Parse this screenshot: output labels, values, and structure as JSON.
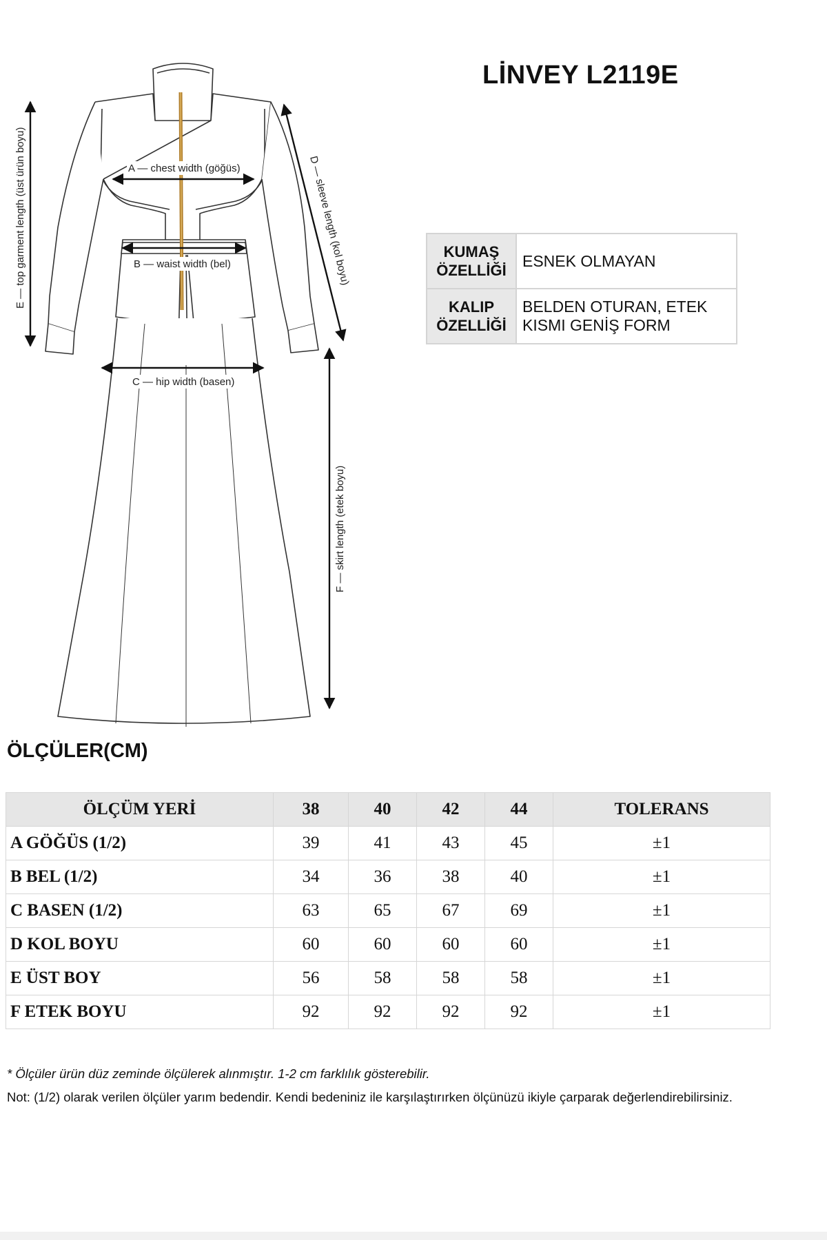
{
  "product": {
    "title": "LİNVEY L2119E"
  },
  "illustration": {
    "labels": {
      "a": "A — chest width (göğüs)",
      "b": "B — waist width (bel)",
      "c": "C — hip width (basen)",
      "d": "D — sleeve length (kol boyu)",
      "e": "E — top garment length (üst ürün boyu)",
      "f": "F — skirt length (etek boyu)"
    }
  },
  "properties": [
    {
      "key": "KUMAŞ ÖZELLİĞİ",
      "value": "ESNEK OLMAYAN"
    },
    {
      "key": "KALIP ÖZELLİĞİ",
      "value": "BELDEN OTURAN, ETEK KISMI GENİŞ FORM"
    }
  ],
  "measurements": {
    "title": "ÖLÇÜLER(CM)",
    "headers": [
      "ÖLÇÜM YERİ",
      "38",
      "40",
      "42",
      "44",
      "TOLERANS"
    ],
    "rows": [
      {
        "label": "A GÖĞÜS (1/2)",
        "values": [
          "39",
          "41",
          "43",
          "45"
        ],
        "tolerance": "±1"
      },
      {
        "label": "B BEL (1/2)",
        "values": [
          "34",
          "36",
          "38",
          "40"
        ],
        "tolerance": "±1"
      },
      {
        "label": "C BASEN (1/2)",
        "values": [
          "63",
          "65",
          "67",
          "69"
        ],
        "tolerance": "±1"
      },
      {
        "label": "D KOL BOYU",
        "values": [
          "60",
          "60",
          "60",
          "60"
        ],
        "tolerance": "±1"
      },
      {
        "label": "E ÜST BOY",
        "values": [
          "56",
          "58",
          "58",
          "58"
        ],
        "tolerance": "±1"
      },
      {
        "label": "F ETEK BOYU",
        "values": [
          "92",
          "92",
          "92",
          "92"
        ],
        "tolerance": "±1"
      }
    ]
  },
  "notes": {
    "line1": "* Ölçüler ürün düz zeminde ölçülerek alınmıştır. 1-2 cm farklılık gösterebilir.",
    "line2": "Not: (1/2) olarak verilen ölçüler yarım bedendir. Kendi bedeniniz ile karşılaştırırken ölçünüzü ikiyle çarparak değerlendirebilirsiniz."
  }
}
